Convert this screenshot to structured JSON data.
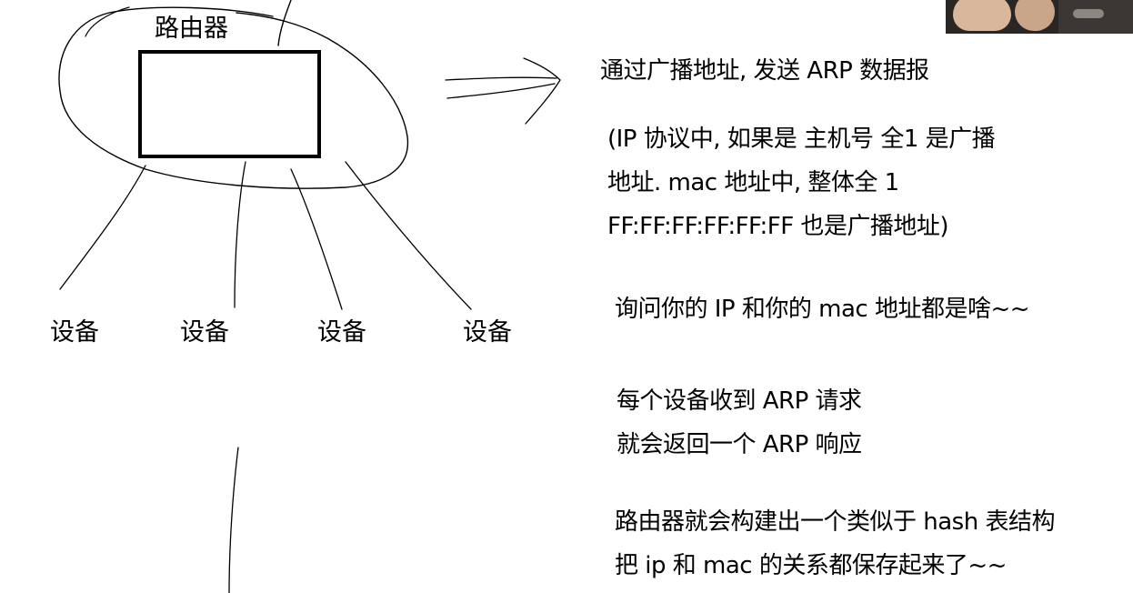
{
  "diagram": {
    "router_label": "路由器",
    "devices": [
      "设备",
      "设备",
      "设备",
      "设备"
    ]
  },
  "notes": {
    "line1": "通过广播地址, 发送 ARP 数据报",
    "paren": [
      "(IP 协议中, 如果是 主机号 全1 是广播",
      "地址. mac 地址中, 整体全 1",
      "FF:FF:FF:FF:FF:FF 也是广播地址)"
    ],
    "ask": "询问你的 IP 和你的 mac 地址都是啥~~",
    "reply": [
      "每个设备收到 ARP 请求",
      "就会返回一个 ARP 响应"
    ],
    "table": [
      "路由器就会构建出一个类似于 hash 表结构",
      "把 ip 和 mac 的关系都保存起来了~~"
    ]
  },
  "colors": {
    "ink": "#000000",
    "background": "#ffffff"
  },
  "icons": {
    "webcam": "presenter-webcam-overlay"
  }
}
